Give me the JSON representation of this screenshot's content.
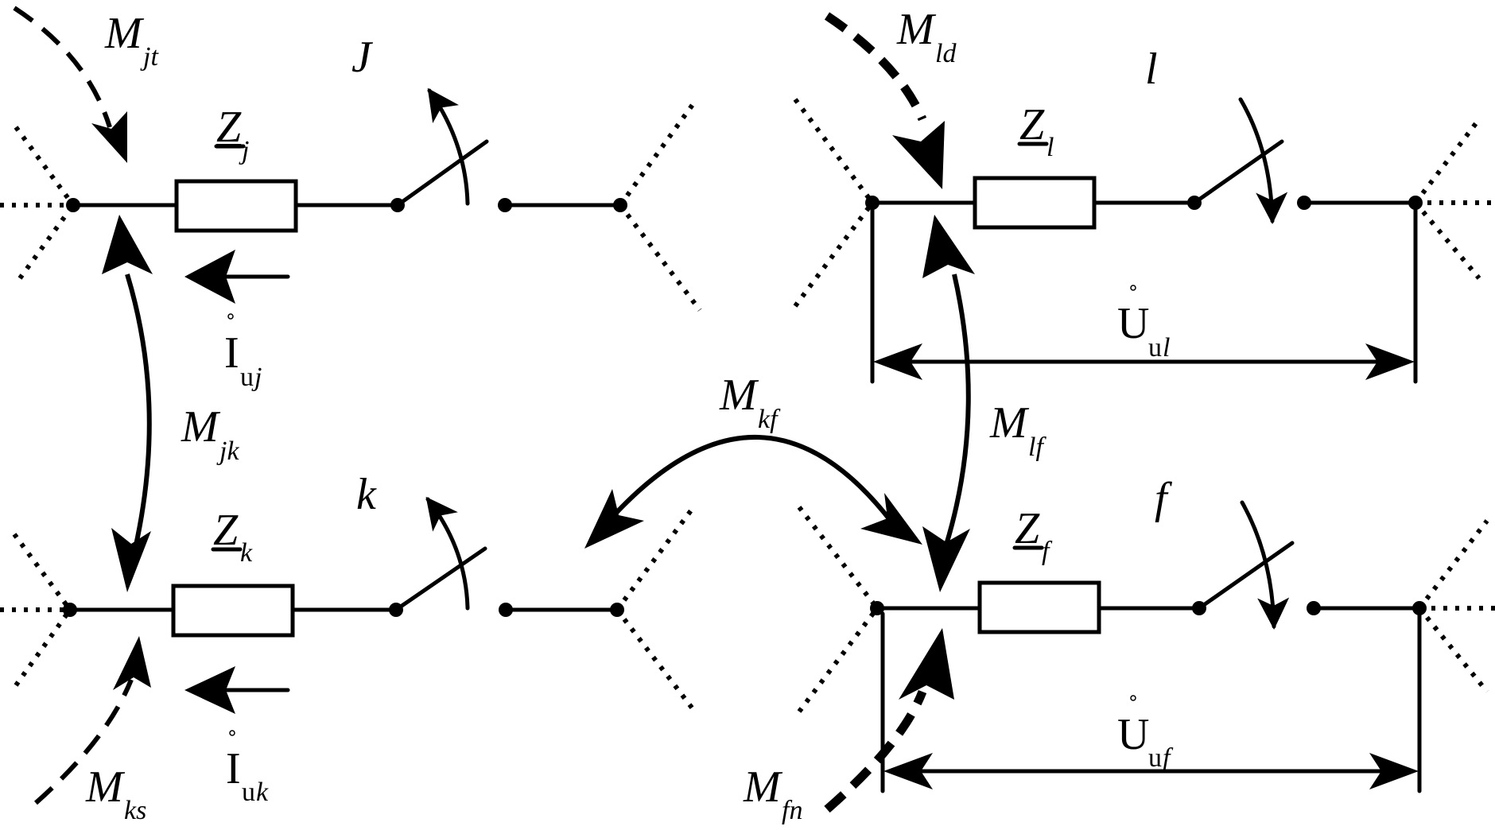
{
  "nodes": {
    "j": {
      "name": "J"
    },
    "k": {
      "name": "k"
    },
    "l": {
      "name": "l"
    },
    "f": {
      "name": "f"
    }
  },
  "impedances": {
    "j": {
      "base": "Z",
      "sub": "j"
    },
    "k": {
      "base": "Z",
      "sub": "k"
    },
    "l": {
      "base": "Z",
      "sub": "l"
    },
    "f": {
      "base": "Z",
      "sub": "f"
    }
  },
  "currents": {
    "uj": {
      "base": "I",
      "sub_roman": "u",
      "sub_italic": "j"
    },
    "uk": {
      "base": "I",
      "sub_roman": "u",
      "sub_italic": "k"
    }
  },
  "voltages": {
    "ul": {
      "base": "U",
      "sub_roman": "u",
      "sub_italic": "l"
    },
    "uf": {
      "base": "U",
      "sub_roman": "u",
      "sub_italic": "f"
    }
  },
  "mutuals": {
    "jt": {
      "base": "M",
      "sub": "jt"
    },
    "ld": {
      "base": "M",
      "sub": "ld"
    },
    "jk": {
      "base": "M",
      "sub": "jk"
    },
    "kf": {
      "base": "M",
      "sub": "kf"
    },
    "lf": {
      "base": "M",
      "sub": "lf"
    },
    "ks": {
      "base": "M",
      "sub": "ks"
    },
    "fn": {
      "base": "M",
      "sub": "fn"
    }
  }
}
